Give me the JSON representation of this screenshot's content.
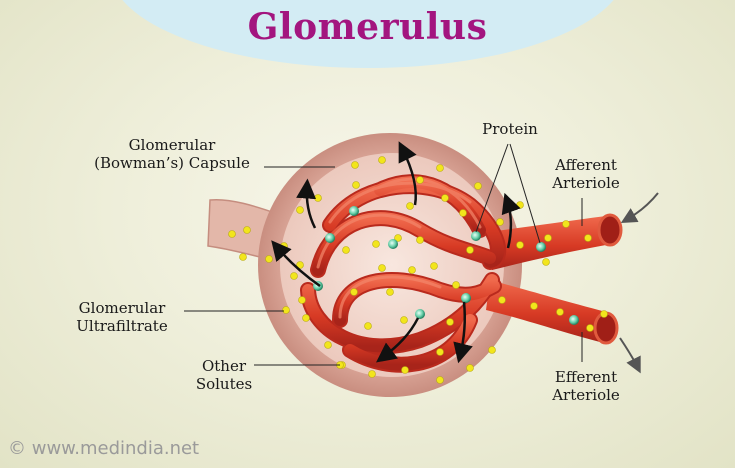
{
  "title": "Glomerulus",
  "labels": {
    "capsule": [
      "Glomerular",
      "(Bowman’s) Capsule"
    ],
    "protein": "Protein",
    "afferent": [
      "Afferent",
      "Arteriole"
    ],
    "ultrafiltrate": [
      "Glomerular",
      "Ultrafiltrate"
    ],
    "solutes": [
      "Other",
      "Solutes"
    ],
    "efferent": [
      "Efferent",
      "Arteriole"
    ]
  },
  "watermark": "© www.medindia.net",
  "colors": {
    "title": "#a3157f",
    "capsule": "#d7a092",
    "vessel": "#d8412a",
    "solute": "#f2e51c",
    "protein": "#4fc49a"
  },
  "icons": [
    "flow-arrow-icon"
  ]
}
